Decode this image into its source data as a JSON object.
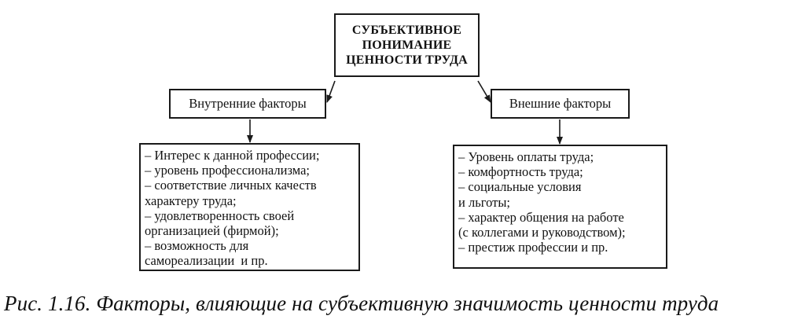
{
  "diagram": {
    "title_lines": [
      "СУБЪЕКТИВНОЕ",
      "ПОНИМАНИЕ",
      "ЦЕННОСТИ ТРУДА"
    ],
    "internal": {
      "label": "Внутренние факторы",
      "items": [
        "– Интерес к данной профессии;",
        "– уровень профессионализма;",
        "– соответствие личных качеств",
        "характеру труда;",
        "– удовлетворенность своей",
        "организацией (фирмой);",
        "– возможность для",
        "самореализации  и пр."
      ]
    },
    "external": {
      "label": "Внешние факторы",
      "items": [
        "– Уровень оплаты труда;",
        "– комфортность труда;",
        "– социальные условия",
        "и льготы;",
        "– характер общения на работе",
        "(с коллегами и руководством);",
        "– престиж профессии и пр."
      ]
    }
  },
  "caption": "Рис. 1.16. Факторы, влияющие на субъективную значимость ценности труда"
}
